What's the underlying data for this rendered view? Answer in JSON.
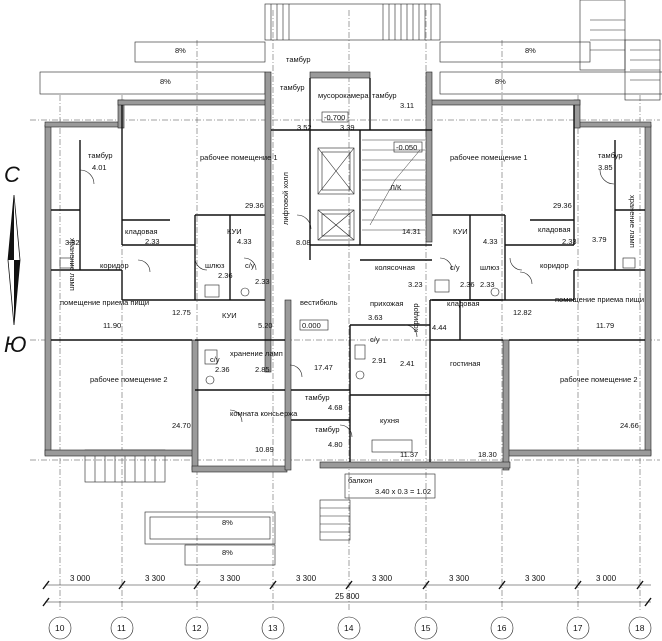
{
  "north": "С",
  "south": "Ю",
  "slopes": [
    "8%",
    "8%",
    "8%",
    "8%",
    "8%",
    "8%"
  ],
  "elevations": {
    "vestibule": "0.000",
    "tambur_top": "-0.700",
    "stair": "-0.050"
  },
  "rooms": [
    {
      "key": "tambur_l",
      "label": "тамбур",
      "area": "4.01"
    },
    {
      "key": "hran_l",
      "label": "хранение ламп",
      "area": "3.82"
    },
    {
      "key": "rab1_l",
      "label": "рабочее помещение 1",
      "area": "29.36"
    },
    {
      "key": "klad_l",
      "label": "кладовая",
      "area": "2.33"
    },
    {
      "key": "kui_l",
      "label": "КУИ",
      "area": "4.33"
    },
    {
      "key": "shluz_l",
      "label": "шлюз",
      "area": "2.36"
    },
    {
      "key": "su_l",
      "label": "с/у",
      "area": "2.33"
    },
    {
      "key": "koridor_l",
      "label": "коридор",
      "area": ""
    },
    {
      "key": "priem_l",
      "label": "помещение приема пищи",
      "area": "11.90"
    },
    {
      "key": "cor_l2",
      "label": "",
      "area": "12.75"
    },
    {
      "key": "rab2_l",
      "label": "рабочее помещение 2",
      "area": "24.70"
    },
    {
      "key": "tambur_c",
      "label": "тамбур",
      "area": "3.52"
    },
    {
      "key": "musor",
      "label": "мусорокамера",
      "area": "3.39"
    },
    {
      "key": "tambur_c2",
      "label": "тамбур",
      "area": "3.11"
    },
    {
      "key": "lift",
      "label": "лифтовой холл",
      "area": "8.08"
    },
    {
      "key": "lk",
      "label": "Л/К",
      "area": "14.31"
    },
    {
      "key": "kui_c",
      "label": "КУИ",
      "area": "5.20"
    },
    {
      "key": "vestibul",
      "label": "вестибюль",
      "area": ""
    },
    {
      "key": "su_c",
      "label": "с/у",
      "area": "2.36"
    },
    {
      "key": "hran_c",
      "label": "хранение ламп",
      "area": "2.85"
    },
    {
      "key": "tambur_c3",
      "label": "тамбур",
      "area": "17.47"
    },
    {
      "key": "konsierzh",
      "label": "комната консьержа",
      "area": "10.89"
    },
    {
      "key": "tambur_c4",
      "label": "тамбур",
      "area": "4.68"
    },
    {
      "key": "tambur_c5",
      "label": "",
      "area": "4.80"
    },
    {
      "key": "kolyas",
      "label": "колясочная",
      "area": "3.23"
    },
    {
      "key": "prihozh",
      "label": "прихожая",
      "area": "3.63"
    },
    {
      "key": "kladovaya_c",
      "label": "кладовая",
      "area": "4.44"
    },
    {
      "key": "koridor_c",
      "label": "коридор",
      "area": "2.41"
    },
    {
      "key": "su_c2",
      "label": "с/у",
      "area": "2.91"
    },
    {
      "key": "gost",
      "label": "гостиная",
      "area": "18.30"
    },
    {
      "key": "kuhnya",
      "label": "кухня",
      "area": "11.37"
    },
    {
      "key": "balkon",
      "label": "балкон",
      "area": "3.40 x 0.3 = 1.02"
    },
    {
      "key": "tambur_r",
      "label": "тамбур",
      "area": "3.85"
    },
    {
      "key": "hran_r",
      "label": "хранение ламп",
      "area": "3.79"
    },
    {
      "key": "rab1_r",
      "label": "рабочее помещение 1",
      "area": "29.36"
    },
    {
      "key": "klad_r",
      "label": "кладовая",
      "area": "2.33"
    },
    {
      "key": "kui_r",
      "label": "КУИ",
      "area": "4.33"
    },
    {
      "key": "shluz_r",
      "label": "шлюз",
      "area": "2.36"
    },
    {
      "key": "su_r",
      "label": "с/у",
      "area": "2.33"
    },
    {
      "key": "koridor_r",
      "label": "коридор",
      "area": ""
    },
    {
      "key": "priem_r",
      "label": "помещение приема пищи",
      "area": "11.79"
    },
    {
      "key": "cor_r2",
      "label": "",
      "area": "12.82"
    },
    {
      "key": "rab2_r",
      "label": "рабочее помещение 2",
      "area": "24.66"
    },
    {
      "key": "tambur_small",
      "label": "тамбур",
      "area": ""
    }
  ],
  "dimensions": {
    "spans": [
      "3 000",
      "3 300",
      "3 300",
      "3 300",
      "3 300",
      "3 300",
      "3 300",
      "3 000"
    ],
    "total": "25 800"
  },
  "axes": [
    "10",
    "11",
    "12",
    "13",
    "14",
    "15",
    "16",
    "17",
    "18"
  ]
}
